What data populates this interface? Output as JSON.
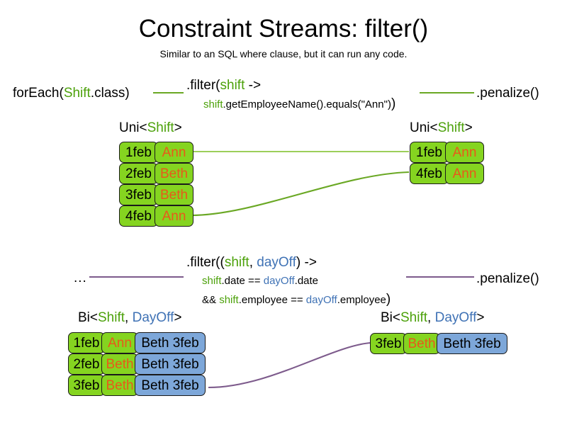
{
  "header": {
    "title": "Constraint Streams: filter()",
    "subtitle": "Similar to an SQL where clause, but it can run any code."
  },
  "colors": {
    "green_text": "#4ca10a",
    "blue_text": "#3f72b5",
    "orange_text": "#e8591a",
    "green_cell": "#85d420",
    "blue_cell": "#7da7d9",
    "green_wire": "#6aa824",
    "purple_wire": "#7d5b8c"
  },
  "uni_example": {
    "source_label": {
      "prefix": "forEach(",
      "type": "Shift",
      "suffix": ".class)"
    },
    "filter_code": {
      "line1_prefix": ".filter(",
      "line1_var": "shift",
      "line1_suffix": " ->",
      "line2_var": "shift",
      "line2_rest": ".getEmployeeName().equals(\"Ann\")",
      "line2_close": ")"
    },
    "terminal_label": ".penalize()",
    "input_stream": {
      "label_prefix": "Uni<",
      "label_type": "Shift",
      "label_suffix": ">",
      "rows": [
        {
          "date": "1feb",
          "employee": "Ann"
        },
        {
          "date": "2feb",
          "employee": "Beth"
        },
        {
          "date": "3feb",
          "employee": "Beth"
        },
        {
          "date": "4feb",
          "employee": "Ann"
        }
      ]
    },
    "output_stream": {
      "label_prefix": "Uni<",
      "label_type": "Shift",
      "label_suffix": ">",
      "rows": [
        {
          "date": "1feb",
          "employee": "Ann"
        },
        {
          "date": "4feb",
          "employee": "Ann"
        }
      ]
    }
  },
  "bi_example": {
    "source_label": "...",
    "filter_code": {
      "line1_prefix": ".filter((",
      "line1_var_a": "shift",
      "line1_comma": ", ",
      "line1_var_b": "dayOff",
      "line1_suffix": ") ->",
      "line2_var_a": "shift",
      "line2_mid": ".date == ",
      "line2_var_b": "dayOff",
      "line2_end": ".date",
      "line3_op": "&& ",
      "line3_var_a": "shift",
      "line3_mid": ".employee == ",
      "line3_var_b": "dayOff",
      "line3_end": ".employee",
      "line3_close": ")"
    },
    "terminal_label": ".penalize()",
    "input_stream": {
      "label_prefix": "Bi<",
      "label_type_a": "Shift",
      "label_comma": ", ",
      "label_type_b": "DayOff",
      "label_suffix": ">",
      "rows": [
        {
          "date": "1feb",
          "employee": "Ann",
          "dayoff": "Beth 3feb"
        },
        {
          "date": "2feb",
          "employee": "Beth",
          "dayoff": "Beth 3feb"
        },
        {
          "date": "3feb",
          "employee": "Beth",
          "dayoff": "Beth 3feb"
        }
      ]
    },
    "output_stream": {
      "label_prefix": "Bi<",
      "label_type_a": "Shift",
      "label_comma": ", ",
      "label_type_b": "DayOff",
      "label_suffix": ">",
      "rows": [
        {
          "date": "3feb",
          "employee": "Beth",
          "dayoff": "Beth 3feb"
        }
      ]
    }
  }
}
